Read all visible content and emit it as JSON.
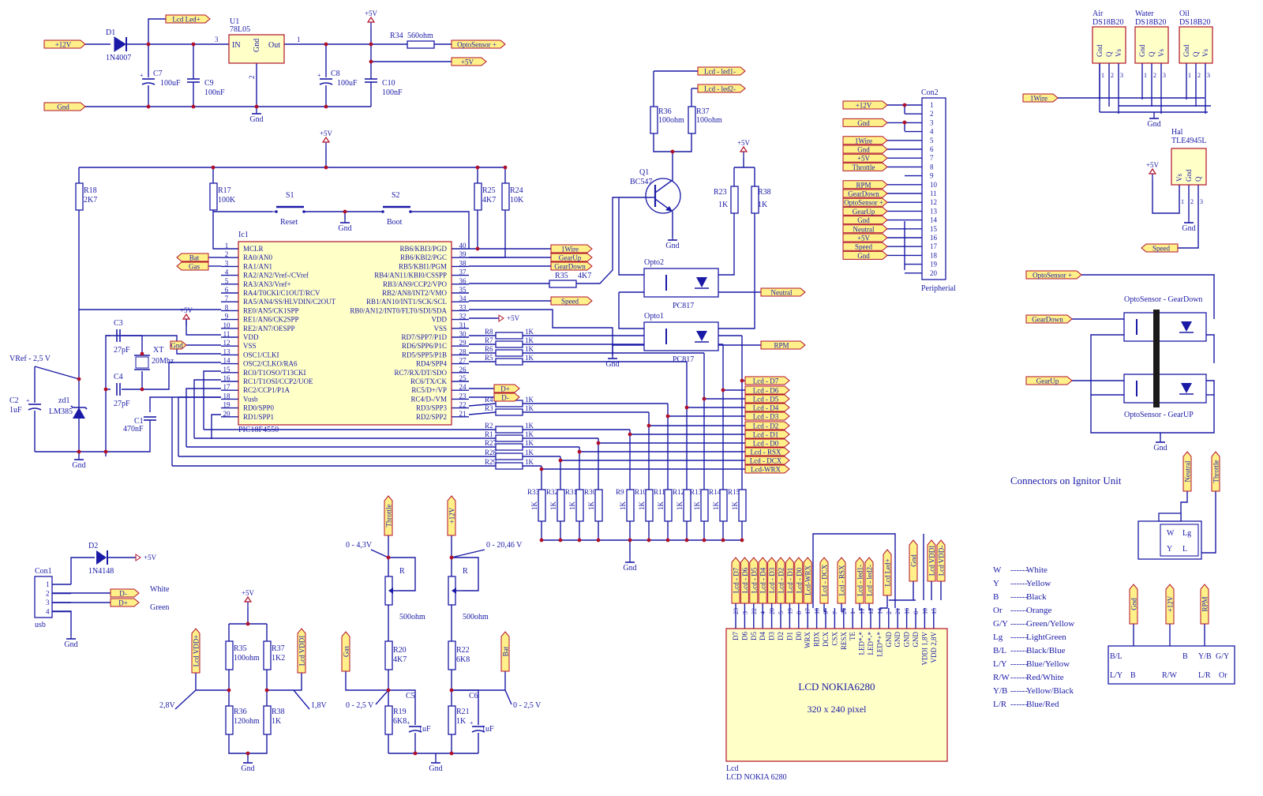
{
  "colors": {
    "wire": "#1a1aa6",
    "text": "#1a1aa6",
    "component_outline": "#b0102a",
    "ic_fill": "#ffffc8",
    "port_fill": "#fff08a",
    "port_stroke": "#b0102a",
    "body_dark": "#1a1a1a"
  },
  "power_section": {
    "D1": {
      "ref": "D1",
      "part": "1N4007"
    },
    "U1": {
      "ref": "U1",
      "part": "78L05",
      "pin_in": "IN",
      "pin_gnd": "Gnd",
      "pin_out": "Out",
      "pin_nums": [
        "3",
        "2",
        "1"
      ]
    },
    "C7": {
      "ref": "C7",
      "value": "100uF"
    },
    "C9": {
      "ref": "C9",
      "value": "100nF"
    },
    "C8": {
      "ref": "C8",
      "value": "100uF"
    },
    "C10": {
      "ref": "C10",
      "value": "100nF"
    },
    "R34": {
      "ref": "R34",
      "value": "560ohm"
    },
    "plus5v": "+5V",
    "gnd": "Gnd"
  },
  "ports": {
    "plus12v": "+12V",
    "gnd": "Gnd",
    "lcd_led_plus": "Lcd Led+",
    "optosensor_plus": "OptoSensor +",
    "plus5v": "+5V",
    "lcd_led1_minus": "Lcd - led1-",
    "lcd_led2_minus": "Lcd - led2-",
    "bat": "Bat",
    "gas": "Gas",
    "onewire": "1Wire",
    "gearup": "GearUp",
    "geardown": "GearDown",
    "speed": "Speed",
    "neutral": "Neutral",
    "rpm": "RPM",
    "d_plus": "D+",
    "d_minus": "D-",
    "throttle": "Throttle",
    "lcd_vdd_plus": "Lcd VDD+",
    "lcd_vddi": "Lcd VDDI",
    "lcd_vdd_minus": "Lcd VDD-"
  },
  "lcd_ports": [
    "Lcd - D7",
    "Lcd - D6",
    "Lcd - D5",
    "Lcd - D4",
    "Lcd - D3",
    "Lcd - D2",
    "Lcd - D1",
    "Lcd - D0",
    "Lcd - RSX",
    "Lcd - DCX",
    "Lcd-WRX"
  ],
  "mcu": {
    "ref": "Ic1",
    "part": "PIC18F4550",
    "left_pins": [
      {
        "n": "1",
        "name": "MCLR"
      },
      {
        "n": "2",
        "name": "RA0/AN0"
      },
      {
        "n": "3",
        "name": "RA1/AN1"
      },
      {
        "n": "4",
        "name": "RA2/AN2/Vref-/CVref"
      },
      {
        "n": "5",
        "name": "RA3/AN3/Vref+"
      },
      {
        "n": "6",
        "name": "RA4/T0CKI/C1OUT/RCV"
      },
      {
        "n": "7",
        "name": "RA5/AN4/SS/HLVDIN/C2OUT"
      },
      {
        "n": "8",
        "name": "RE0/AN5/CK1SPP"
      },
      {
        "n": "9",
        "name": "RE1/AN6/CK2SPP"
      },
      {
        "n": "10",
        "name": "RE2/AN7/OESPP"
      },
      {
        "n": "11",
        "name": "VDD"
      },
      {
        "n": "12",
        "name": "VSS"
      },
      {
        "n": "13",
        "name": "OSC1/CLKI"
      },
      {
        "n": "14",
        "name": "OSC2/CLKO/RA6"
      },
      {
        "n": "15",
        "name": "RC0/T1OSO/T13CKI"
      },
      {
        "n": "16",
        "name": "RC1/T1OSI/CCP2/UOE"
      },
      {
        "n": "17",
        "name": "RC2/CCP1/P1A"
      },
      {
        "n": "18",
        "name": "Vusb"
      },
      {
        "n": "19",
        "name": "RD0/SPP0"
      },
      {
        "n": "20",
        "name": "RD1/SPP1"
      }
    ],
    "right_pins": [
      {
        "n": "40",
        "name": "RB6/KBI3/PGD"
      },
      {
        "n": "39",
        "name": "RB6/KBI2/PGC"
      },
      {
        "n": "38",
        "name": "RB5/KBI1/PGM"
      },
      {
        "n": "37",
        "name": "RB4/AN11/KBI0/CSSPP"
      },
      {
        "n": "36",
        "name": "RB3/AN9/CCP2/VPO"
      },
      {
        "n": "35",
        "name": "RB2/AN8/INT2/VMO"
      },
      {
        "n": "34",
        "name": "RB1/AN10/INT1/SCK/SCL"
      },
      {
        "n": "33",
        "name": "RB0/AN12/INT0/FLT0/SDI/SDA"
      },
      {
        "n": "32",
        "name": "VDD"
      },
      {
        "n": "31",
        "name": "VSS"
      },
      {
        "n": "30",
        "name": "RD7/SPP7/P1D"
      },
      {
        "n": "29",
        "name": "RD6/SPP6/P1C"
      },
      {
        "n": "28",
        "name": "RD5/SPP5/P1B"
      },
      {
        "n": "27",
        "name": "RD4/SPP4"
      },
      {
        "n": "26",
        "name": "RC7/RX/DT/SDO"
      },
      {
        "n": "25",
        "name": "RC6/TX/CK"
      },
      {
        "n": "24",
        "name": "RC5/D+/VP"
      },
      {
        "n": "23",
        "name": "RC4/D-/VM"
      },
      {
        "n": "22",
        "name": "RD3/SPP3"
      },
      {
        "n": "21",
        "name": "RD2/SPP2"
      }
    ]
  },
  "mcu_resistors": {
    "R18": {
      "ref": "R18",
      "value": "2K7"
    },
    "R17": {
      "ref": "R17",
      "value": "100K"
    },
    "R25": {
      "ref": "R25",
      "value": "4K7"
    },
    "R24": {
      "ref": "R24",
      "value": "10K"
    },
    "R35": {
      "ref": "R35",
      "value": "4K7"
    }
  },
  "switches": {
    "S1": {
      "ref": "S1",
      "label": "Reset"
    },
    "S2": {
      "ref": "S2",
      "label": "Boot"
    }
  },
  "osc": {
    "C3": {
      "ref": "C3",
      "value": "27pF"
    },
    "C4": {
      "ref": "C4",
      "value": "27pF"
    },
    "XT": {
      "ref": "XT",
      "value": "20Mhz"
    },
    "C1": {
      "ref": "C1",
      "value": "470nF"
    }
  },
  "vref": {
    "label": "VRef - 2,5 V",
    "C2": {
      "ref": "C2",
      "value": "1uF"
    },
    "zd1": {
      "ref": "zd1",
      "part": "LM385"
    }
  },
  "series_resistors": [
    {
      "ref": "R8",
      "value": "1K"
    },
    {
      "ref": "R7",
      "value": "1K"
    },
    {
      "ref": "R6",
      "value": "1K"
    },
    {
      "ref": "R5",
      "value": "1K"
    },
    {
      "ref": "R4",
      "value": "1K"
    },
    {
      "ref": "R3",
      "value": "1K"
    },
    {
      "ref": "R2",
      "value": "1K"
    },
    {
      "ref": "R1",
      "value": "1K"
    },
    {
      "ref": "R27",
      "value": "1K"
    },
    {
      "ref": "R28",
      "value": "1K"
    },
    {
      "ref": "R29",
      "value": "1K"
    }
  ],
  "pulldown_resistors": [
    {
      "ref": "R33",
      "value": "1K"
    },
    {
      "ref": "R32",
      "value": "1K"
    },
    {
      "ref": "R31",
      "value": "1K"
    },
    {
      "ref": "R30",
      "value": "1K"
    },
    {
      "ref": "R9",
      "value": "1K"
    },
    {
      "ref": "R10",
      "value": "1K"
    },
    {
      "ref": "R11",
      "value": "1K"
    },
    {
      "ref": "R12",
      "value": "1K"
    },
    {
      "ref": "R13",
      "value": "1K"
    },
    {
      "ref": "R14",
      "value": "1K"
    },
    {
      "ref": "R15",
      "value": "1K"
    }
  ],
  "transistor": {
    "ref": "Q1",
    "part": "BC547",
    "R36": {
      "ref": "R36",
      "value": "100ohm"
    },
    "R37": {
      "ref": "R37",
      "value": "100ohm"
    }
  },
  "optos": {
    "opto1": {
      "ref": "Opto1",
      "part": "PC817"
    },
    "opto2": {
      "ref": "Opto2",
      "part": "PC817"
    },
    "R23": {
      "ref": "R23",
      "value": "1K"
    },
    "R38": {
      "ref": "R38",
      "value": "1K"
    }
  },
  "con2": {
    "ref": "Con2",
    "name": "Peripherial",
    "pins": [
      "1",
      "2",
      "3",
      "4",
      "5",
      "6",
      "7",
      "8",
      "9",
      "10",
      "11",
      "12",
      "13",
      "14",
      "15",
      "16",
      "17",
      "18",
      "19",
      "20"
    ],
    "labels": [
      {
        "pin": "1",
        "text": "+12V"
      },
      {
        "pin": "3",
        "text": "Gnd"
      },
      {
        "pin": "5",
        "text": "1Wire"
      },
      {
        "pin": "6",
        "text": "Gnd"
      },
      {
        "pin": "7",
        "text": "+5V"
      },
      {
        "pin": "8",
        "text": "Throttle"
      },
      {
        "pin": "10",
        "text": "RPM"
      },
      {
        "pin": "11",
        "text": "GearDown"
      },
      {
        "pin": "12",
        "text": "OptoSensor +"
      },
      {
        "pin": "13",
        "text": "GearUp"
      },
      {
        "pin": "14",
        "text": "Gnd"
      },
      {
        "pin": "15",
        "text": "Neutral"
      },
      {
        "pin": "16",
        "text": "+5V"
      },
      {
        "pin": "17",
        "text": "Speed"
      },
      {
        "pin": "18",
        "text": "Gnd"
      }
    ]
  },
  "sensors": [
    {
      "name": "Air",
      "part": "DS18B20"
    },
    {
      "name": "Water",
      "part": "DS18B20"
    },
    {
      "name": "Oil",
      "part": "DS18B20"
    }
  ],
  "sensor_pins": [
    "Gnd",
    "Q",
    "Vs"
  ],
  "sensor_pin_nums": [
    "1",
    "2",
    "3"
  ],
  "hall": {
    "ref": "Hal",
    "part": "TLE4945L",
    "pins": [
      "Vs",
      "Gnd",
      "Q"
    ],
    "pin_nums": [
      "1",
      "2",
      "3"
    ]
  },
  "gearsensor": {
    "down_label": "OptoSensor - GearDown",
    "up_label": "OptoSensor - GearUP"
  },
  "usb": {
    "ref": "Con1",
    "name": "usb",
    "pins": [
      "1",
      "2",
      "3",
      "4"
    ],
    "D2": {
      "ref": "D2",
      "part": "1N4148"
    },
    "white": "White",
    "green": "Green"
  },
  "lcd_divider": {
    "R35": {
      "ref": "R35",
      "value": "100ohm"
    },
    "R37": {
      "ref": "R37",
      "value": "1K2"
    },
    "R36": {
      "ref": "R36",
      "value": "120ohm"
    },
    "R38": {
      "ref": "R38",
      "value": "1K"
    },
    "v_left": "2,8V",
    "v_right": "1,8V"
  },
  "throttle_div": {
    "range_top": "0 - 4,3V",
    "pot": "R",
    "pot_value": "500ohm",
    "R20": {
      "ref": "R20",
      "value": "4K7"
    },
    "R19": {
      "ref": "R19",
      "value": "6K8"
    },
    "C5": {
      "ref": "C5",
      "value": "1uF"
    },
    "range_out": "0 - 2,5 V"
  },
  "bat_div": {
    "range_top": "0 - 20,46 V",
    "pot": "R",
    "pot_value": "500ohm",
    "R22": {
      "ref": "R22",
      "value": "6K8"
    },
    "R21": {
      "ref": "R21",
      "value": "1K"
    },
    "C6": {
      "ref": "C6",
      "value": "1uF"
    },
    "range_out": "0 - 2,5 V"
  },
  "lcd": {
    "title": "LCD NOKIA6280",
    "subtitle": "320 x 240 pixel",
    "ref": "Lcd",
    "name": "LCD NOKIA 6280",
    "port_labels": [
      "Lcd - D7",
      "Lcd - D6",
      "Lcd - D5",
      "Lcd - D4",
      "Lcd - D3",
      "Lcd - D2",
      "Lcd - D1",
      "Lcd - D0",
      "Lcd-WRX",
      "Lcd - DCX",
      "Lcd - RSX",
      "Lcd - led1-",
      "Lcd - led2-",
      "Lcd Led+",
      "Gnd",
      "Lcd VDDI",
      "Lcd VDD-"
    ],
    "pins": [
      {
        "n": "23",
        "name": "D7"
      },
      {
        "n": "3",
        "name": "D6"
      },
      {
        "n": "22",
        "name": "D5"
      },
      {
        "n": "4",
        "name": "D4"
      },
      {
        "n": "20",
        "name": "D3"
      },
      {
        "n": "5",
        "name": "D2"
      },
      {
        "n": "19",
        "name": "D1"
      },
      {
        "n": "8",
        "name": "D0"
      },
      {
        "n": "17",
        "name": "WRX"
      },
      {
        "n": "18",
        "name": "RDX"
      },
      {
        "n": "9",
        "name": "DCX"
      },
      {
        "n": "7",
        "name": "CSX"
      },
      {
        "n": "24",
        "name": "RESX"
      },
      {
        "n": "1",
        "name": "TE"
      },
      {
        "n": "11",
        "name": "LED*-*"
      },
      {
        "n": "12",
        "name": "LED*-*"
      },
      {
        "n": "14",
        "name": "LED*+*"
      },
      {
        "n": "2",
        "name": "GND"
      },
      {
        "n": "21",
        "name": "GND"
      },
      {
        "n": "16",
        "name": "GND"
      },
      {
        "n": "6",
        "name": "GND"
      },
      {
        "n": "10",
        "name": "VDDI 1,8V"
      },
      {
        "n": "15",
        "name": "VDD 2,8V"
      }
    ]
  },
  "ignitor": {
    "title": "Connectors on Ignitor Unit",
    "top_ports": [
      "Neutral",
      "Throttle"
    ],
    "top_cells": [
      "W",
      "Lg",
      "Y",
      "L"
    ],
    "bottom_ports": [
      "Gnd",
      "+12V",
      "RPM"
    ],
    "bottom_left": [
      "B/L",
      "L/Y",
      "B"
    ],
    "bottom_right": [
      "R/W",
      "B",
      "Y/B",
      "G/Y",
      "L/R",
      "Or"
    ]
  },
  "legend": [
    {
      "code": "W",
      "name": "White"
    },
    {
      "code": "Y",
      "name": "Yellow"
    },
    {
      "code": "B",
      "name": "Black"
    },
    {
      "code": "Or",
      "name": "Orange"
    },
    {
      "code": "G/Y",
      "name": "Green/Yellow"
    },
    {
      "code": "Lg",
      "name": "LightGreen"
    },
    {
      "code": "B/L",
      "name": "Black/Blue"
    },
    {
      "code": "L/Y",
      "name": "Blue/Yellow"
    },
    {
      "code": "R/W",
      "name": "Red/White"
    },
    {
      "code": "Y/B",
      "name": "Yellow/Black"
    },
    {
      "code": "L/R",
      "name": "Blue/Red"
    }
  ]
}
